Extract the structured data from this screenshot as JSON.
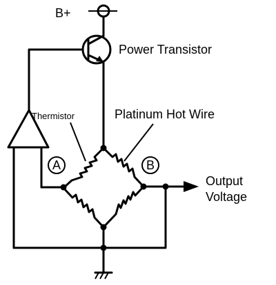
{
  "labels": {
    "supply": "B+",
    "transistor": "Power Transistor",
    "thermistor": "Thermistor",
    "hot_wire": "Platinum Hot Wire",
    "node_a": "A",
    "node_b": "B",
    "output_line1": "Output",
    "output_line2": "Voltage"
  },
  "colors": {
    "ink": "#000000",
    "background": "#ffffff"
  },
  "icons": [
    "ground-icon",
    "supply-terminal-icon",
    "amplifier-icon",
    "transistor-icon",
    "resistor-icon",
    "arrow-icon"
  ]
}
